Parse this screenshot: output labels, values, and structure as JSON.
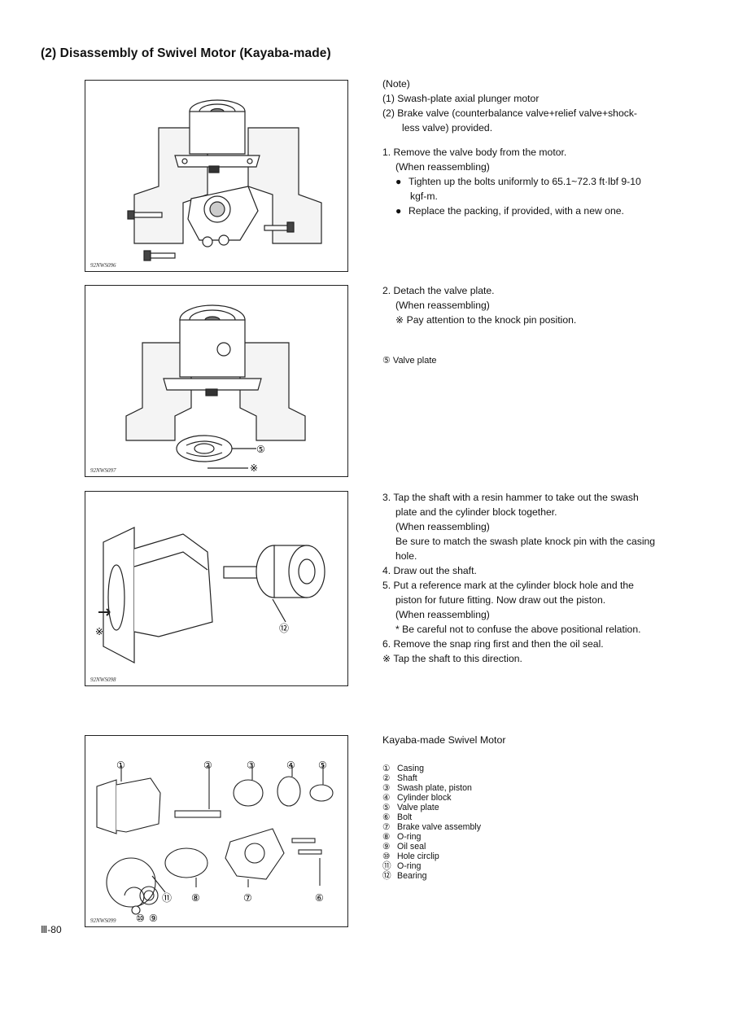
{
  "heading": "(2) Disassembly of Swivel Motor (Kayaba-made)",
  "figures": [
    {
      "code": "92NWS096"
    },
    {
      "code": "92NWS097",
      "callouts": [
        "⑤",
        "※"
      ]
    },
    {
      "code": "92NWS098",
      "callouts": [
        "※",
        "⑫"
      ]
    },
    {
      "code": "92NWS099",
      "callouts": [
        "①",
        "②",
        "③",
        "④",
        "⑤",
        "⑪",
        "⑧",
        "⑦",
        "⑥",
        "⑩",
        "⑨"
      ]
    }
  ],
  "section1": {
    "note_title": "(Note)",
    "note1": "(1)  Swash-plate axial plunger motor",
    "note2a": "(2)  Brake valve (counterbalance valve+relief valve+shock-",
    "note2b": "less valve) provided.",
    "step1": "1.  Remove the valve body from the motor.",
    "reassembling": "(When reassembling)",
    "bullet": "●",
    "b1a": "Tighten up the bolts uniformly to 65.1~72.3 ft·lbf 9-10",
    "b1b": "kgf-m.",
    "b2": "Replace the packing, if provided, with a new one."
  },
  "section2": {
    "step2": "2.  Detach the valve plate.",
    "reassembling": "(When reassembling)",
    "note": "※  Pay attention to the knock pin position.",
    "part": "⑤  Valve plate"
  },
  "section3": {
    "s3a": "3.  Tap the shaft with a resin hammer to take out the swash",
    "s3b": "plate and the cylinder block together.",
    "s3c": "(When reassembling)",
    "s3d": "Be sure to match the swash plate knock pin with the casing",
    "s3e": "hole.",
    "s4": "4.  Draw out the shaft.",
    "s5a": "5.  Put a reference mark at the cylinder block hole and the",
    "s5b": "piston for future fitting. Now draw out the piston.",
    "s5c": "(When reassembling)",
    "s5d": "*  Be careful not to confuse the above positional relation.",
    "s6": "6.  Remove the snap ring first and then the oil seal.",
    "s7": "※  Tap the shaft to this direction."
  },
  "section4": {
    "title": "Kayaba-made Swivel Motor",
    "parts": [
      {
        "num": "①",
        "name": "Casing"
      },
      {
        "num": "②",
        "name": "Shaft"
      },
      {
        "num": "③",
        "name": "Swash plate, piston"
      },
      {
        "num": "④",
        "name": "Cylinder block"
      },
      {
        "num": "⑤",
        "name": "Valve plate"
      },
      {
        "num": "⑥",
        "name": "Bolt"
      },
      {
        "num": "⑦",
        "name": "Brake valve assembly"
      },
      {
        "num": "⑧",
        "name": "O-ring"
      },
      {
        "num": "⑨",
        "name": "Oil seal"
      },
      {
        "num": "⑩",
        "name": "Hole circlip"
      },
      {
        "num": "⑪",
        "name": "O-ring"
      },
      {
        "num": "⑫",
        "name": "Bearing"
      }
    ]
  },
  "page_number": "Ⅲ-80"
}
